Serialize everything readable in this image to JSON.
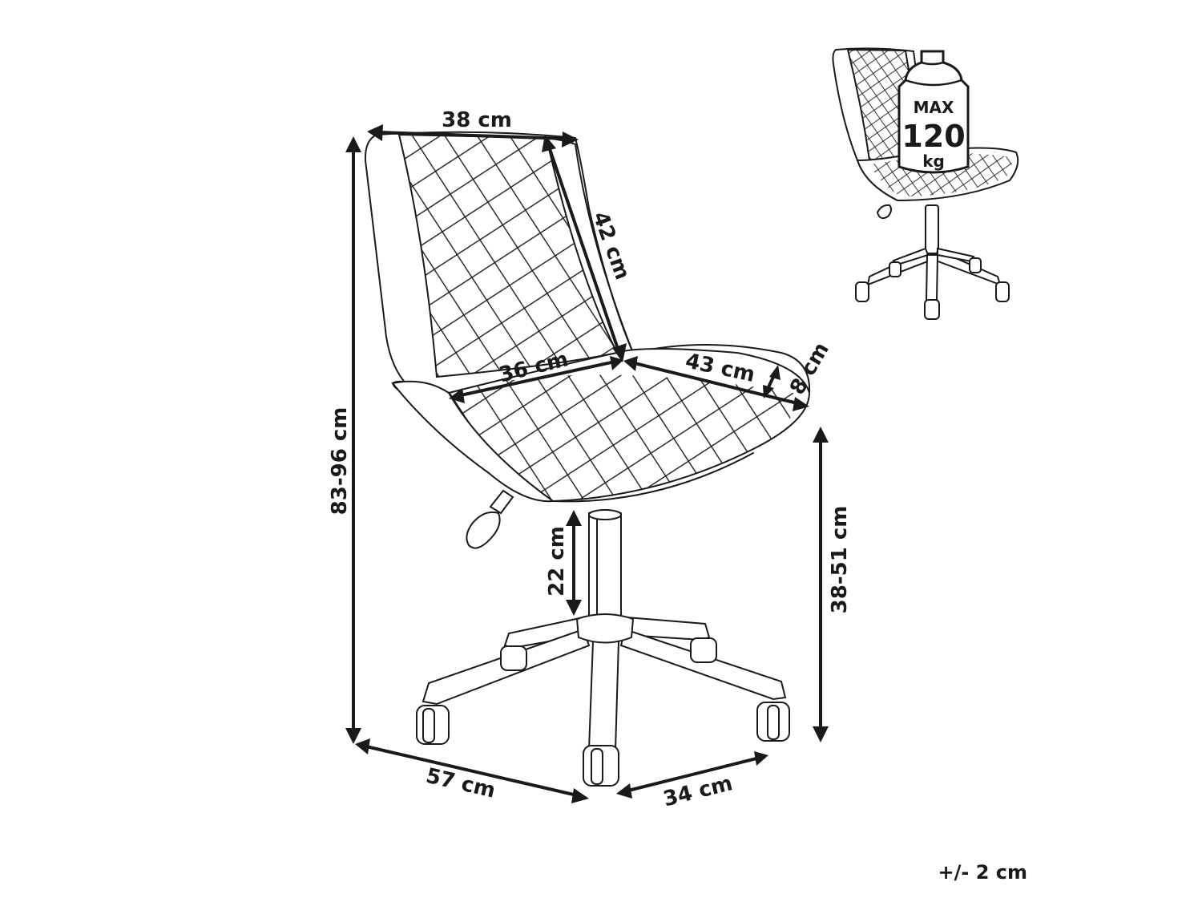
{
  "dimensions": {
    "backrest_width": "38 cm",
    "backrest_height": "42 cm",
    "seat_width": "36 cm",
    "seat_depth": "43 cm",
    "seat_thickness": "8 cm",
    "total_height": "83-96 cm",
    "seat_height": "38-51 cm",
    "adjust_range": "22 cm",
    "base_width": "57 cm",
    "base_depth": "34 cm"
  },
  "tolerance": "+/- 2 cm",
  "max_load": {
    "label": "MAX",
    "value": "120",
    "unit": "kg"
  }
}
